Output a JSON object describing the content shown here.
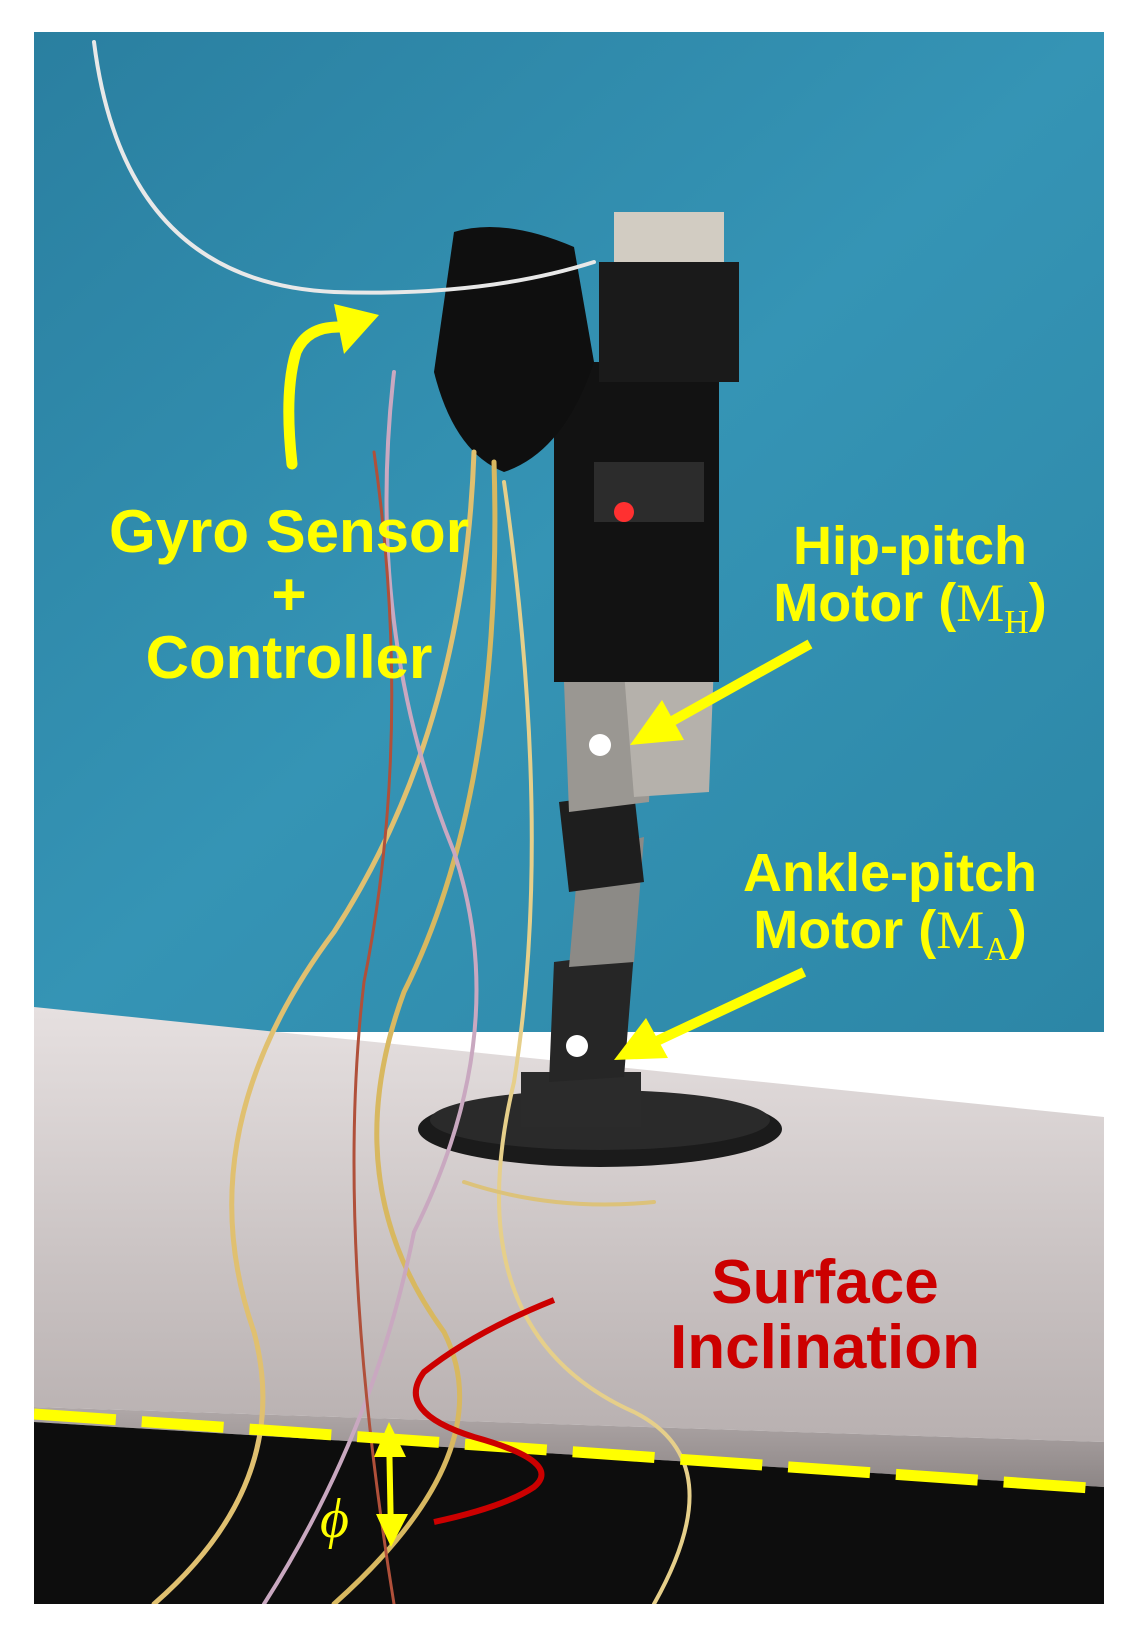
{
  "labels": {
    "gyro": {
      "line1": "Gyro Sensor",
      "line2": "+",
      "line3": "Controller"
    },
    "hip": {
      "line1": "Hip-pitch",
      "line2_text": "Motor (",
      "symbol": "M",
      "subscript": "H",
      "close": ")"
    },
    "ankle": {
      "line1": "Ankle-pitch",
      "line2_text": "Motor (",
      "symbol": "M",
      "subscript": "A",
      "close": ")"
    },
    "surface": {
      "line1": "Surface",
      "line2": "Inclination"
    },
    "angle": "ϕ"
  },
  "colors": {
    "label_yellow": "#ffff00",
    "label_red": "#cc0000",
    "wall_blue": "#2f8cab",
    "table_surface": "#cfc8c8",
    "dashed_line": "#ffff00"
  }
}
